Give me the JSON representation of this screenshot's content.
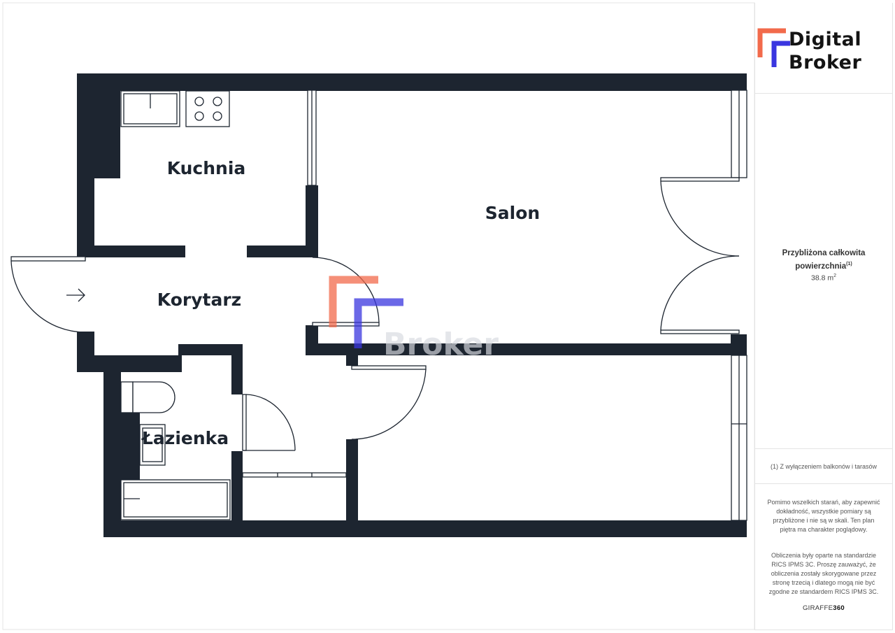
{
  "brand": {
    "line1": "Digital",
    "line2": "Broker",
    "accent_orange": "#f26a4b",
    "accent_blue": "#3a36e0",
    "watermark_text": "Broker"
  },
  "colors": {
    "wall": "#1d2530",
    "line": "#1d2530"
  },
  "rooms": {
    "kitchen": "Kuchnia",
    "living": "Salon",
    "hall": "Korytarz",
    "bathroom": "Łazienka"
  },
  "area": {
    "title_line1": "Przybliżona całkowita",
    "title_line2": "powierzchnia",
    "footnote_ref": "(1)",
    "value": "38.8 m",
    "unit_sup": "2"
  },
  "footnote": "(1) Z wyłączeniem balkonów i tarasów",
  "disclaimer": {
    "p1": "Pomimo wszelkich starań, aby zapewnić dokładność, wszystkie pomiary są przybliżone i nie są w skali. Ten plan piętra ma charakter poglądowy.",
    "p2": "Obliczenia były oparte na standardzie RICS IPMS 3C. Proszę zauważyć, że obliczenia zostały skorygowane przez stronę trzecią i dlatego mogą nie być zgodne ze standardem RICS IPMS 3C."
  },
  "credit": {
    "prefix": "GIRAFFE",
    "suffix": "360"
  }
}
